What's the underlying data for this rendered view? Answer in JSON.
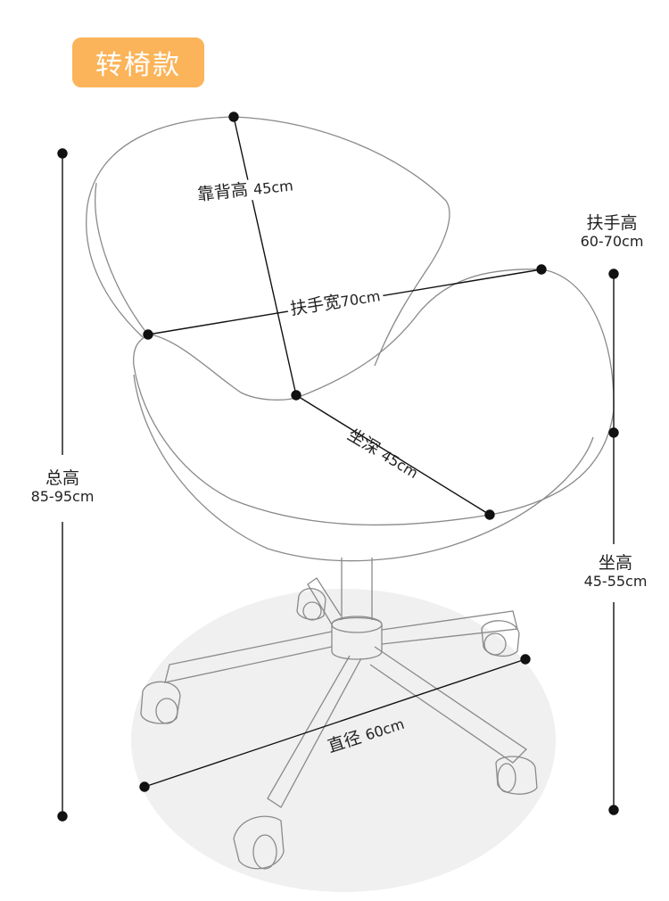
{
  "badge": {
    "label": "转椅款",
    "color": "#fbb45a"
  },
  "colors": {
    "outline": "#8a8a8a",
    "dimension": "#111111",
    "floor": "#f0f0f0"
  },
  "dimensions": {
    "backrest_height": {
      "label": "靠背高",
      "value": "45cm"
    },
    "armrest_width": {
      "label": "扶手宽",
      "value": "70cm"
    },
    "seat_depth": {
      "label": "坐深",
      "value": "45cm"
    },
    "base_diameter": {
      "label": "直径",
      "value": "60cm"
    },
    "armrest_height": {
      "label": "扶手高",
      "value": "60-70cm"
    },
    "total_height": {
      "label": "总高",
      "value": "85-95cm"
    },
    "seat_height": {
      "label": "坐高",
      "value": "45-55cm"
    }
  }
}
